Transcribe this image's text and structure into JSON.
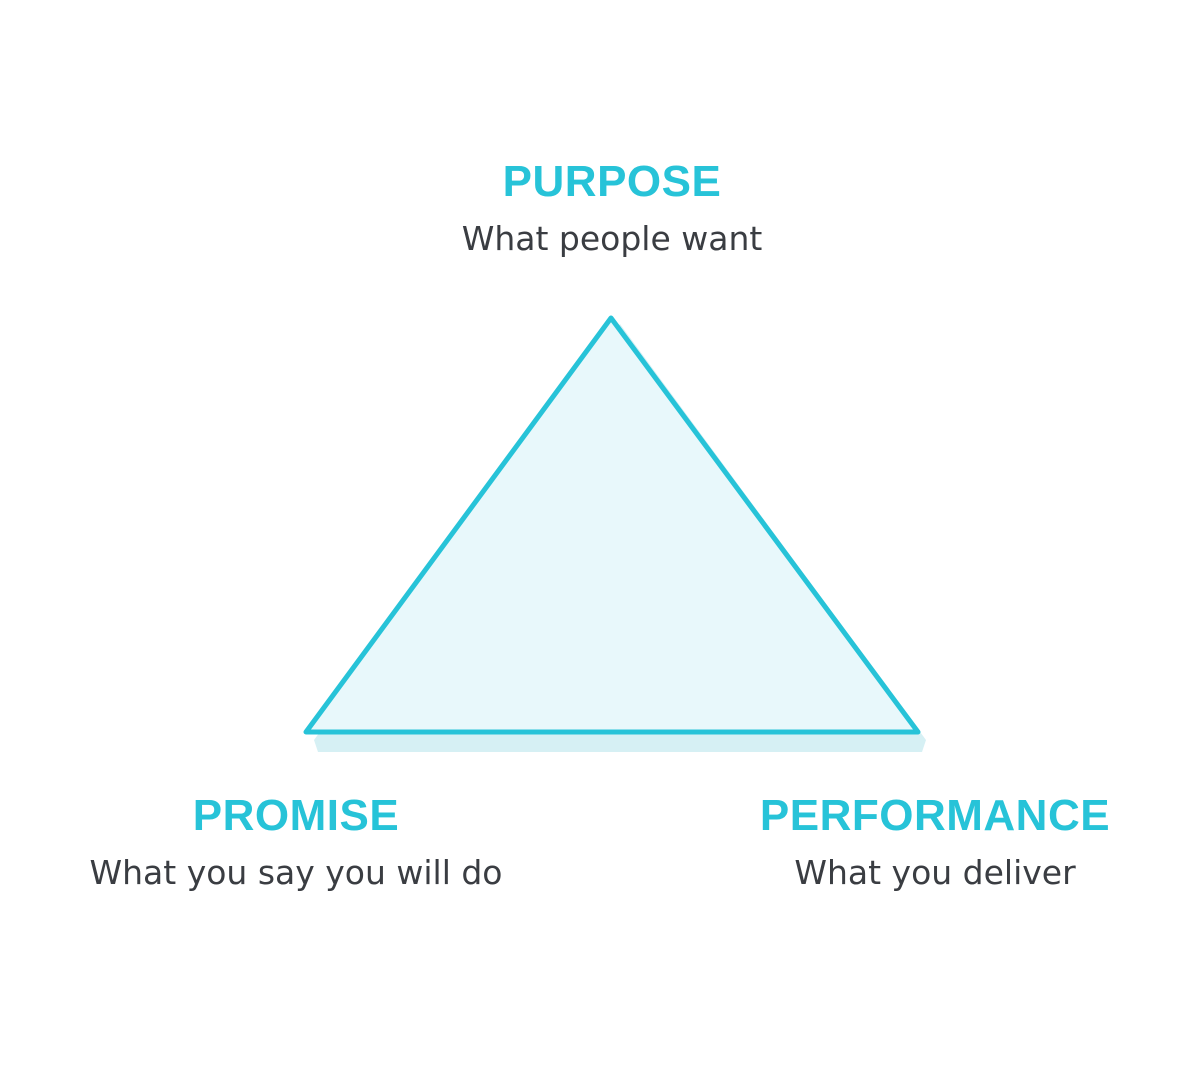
{
  "colors": {
    "accent": "#27c3d8",
    "fill": "#e8f8fb",
    "shadow": "#d6f0f4",
    "subtitle": "#3a3d42",
    "background": "#ffffff"
  },
  "nodes": {
    "purpose": {
      "title": "PURPOSE",
      "subtitle": "What people want"
    },
    "promise": {
      "title": "PROMISE",
      "subtitle": "What you say you will do"
    },
    "performance": {
      "title": "PERFORMANCE",
      "subtitle": "What you deliver"
    }
  }
}
